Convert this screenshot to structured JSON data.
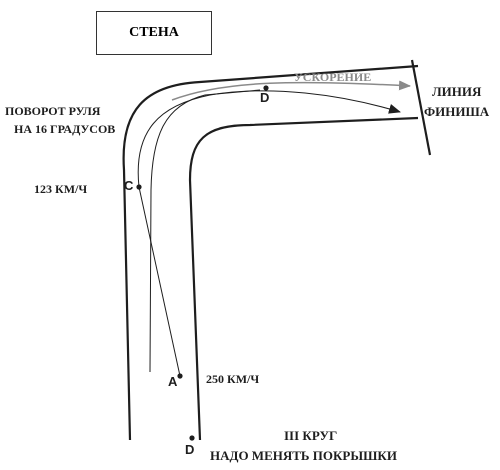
{
  "wall": {
    "label": "СТЕНА"
  },
  "labels": {
    "steering_line1": "ПОВОРОТ РУЛЯ",
    "steering_line2": "НА 16 ГРАДУСОВ",
    "speed_c": "123 КМ/Ч",
    "speed_a": "250 КМ/Ч",
    "acceleration": "УСКОРЕНИЕ",
    "finish_line1": "ЛИНИЯ",
    "finish_line2": "ФИНИША",
    "lap": "III КРУГ",
    "tires": "НАДО МЕНЯТЬ ПОКРЫШКИ"
  },
  "points": {
    "a": "A",
    "c": "C",
    "d_top": "D",
    "d_bottom": "D"
  },
  "colors": {
    "ink": "#1e1e1e",
    "arrow_gray": "#8a8a8a"
  }
}
